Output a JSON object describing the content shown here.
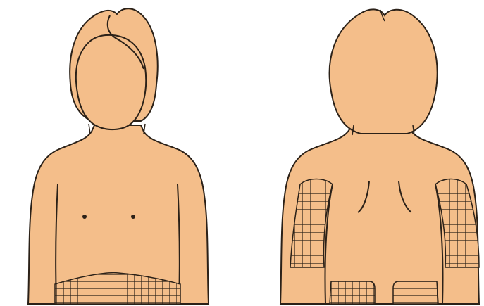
{
  "diagram": {
    "views": [
      {
        "id": "front",
        "name": "front-view"
      },
      {
        "id": "back",
        "name": "back-view"
      }
    ],
    "colors": {
      "skin": "#F4BE8A",
      "outline": "#2B2118",
      "grid": "#2B2118",
      "background": "#FFFFFF"
    },
    "highlighted_regions": {
      "front": [
        "lower-abdomen"
      ],
      "back": [
        "left-upper-arm",
        "right-upper-arm",
        "left-buttock",
        "right-buttock"
      ]
    }
  }
}
